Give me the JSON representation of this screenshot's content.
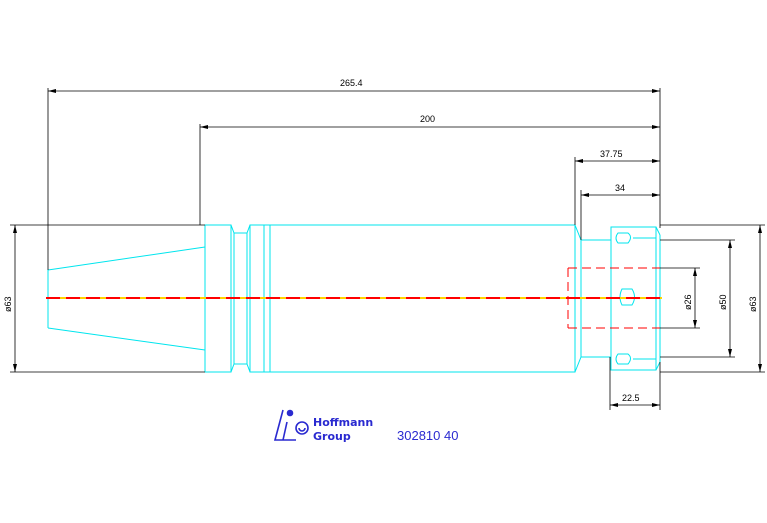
{
  "drawing": {
    "dimensions": {
      "overall_length": "265.4",
      "body_length": "200",
      "nut_length": "37.75",
      "collet_length": "34",
      "nut_offset": "22.5",
      "left_diameter": "ø63",
      "right_diameter": "ø63",
      "nut_diameter": "ø50",
      "bore_diameter": "ø26"
    },
    "logo": {
      "line1": "Hoffmann",
      "line2": "Group"
    },
    "part_number": "302810 40",
    "colors": {
      "outline": "#00e5ee",
      "dimension": "#000000",
      "centerline_red": "#ff0000",
      "centerline_yellow": "#ffd400",
      "hidden_line": "#ff0000",
      "brand": "#2a2ad0"
    }
  }
}
